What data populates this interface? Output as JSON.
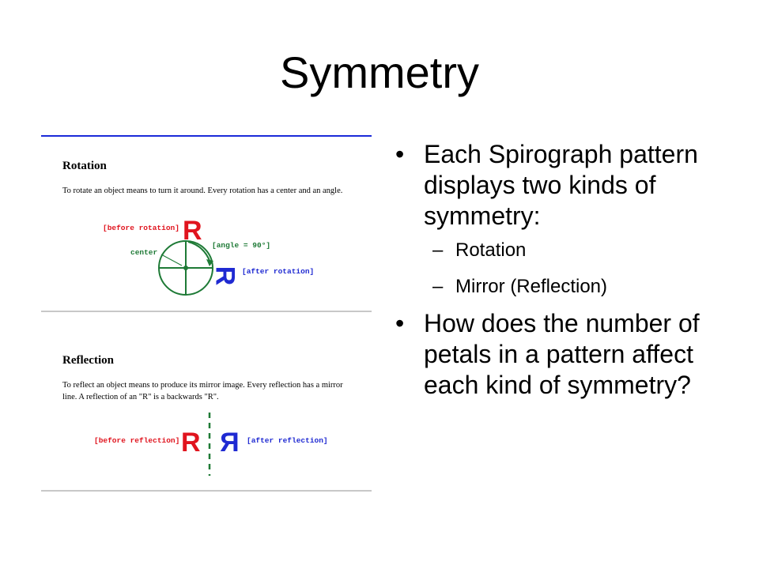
{
  "slide": {
    "title": "Symmetry"
  },
  "rotation": {
    "heading": "Rotation",
    "description": "To rotate an object means to turn it around. Every rotation has a center and an angle.",
    "before_label": "[before rotation]",
    "angle_label": "[angle = 90°]",
    "center_label": "center",
    "after_label": "[after rotation]",
    "letter": "R"
  },
  "reflection": {
    "heading": "Reflection",
    "description": "To reflect an object means to produce its mirror image. Every reflection has a mirror line. A reflection of an \"R\" is a backwards \"R\".",
    "before_label": "[before reflection]",
    "after_label": "[after reflection]",
    "letter": "R"
  },
  "bullets": {
    "marker": "•",
    "dash": "–",
    "b1": "Each Spirograph pattern displays two kinds of symmetry:",
    "sub1": "Rotation",
    "sub2": "Mirror (Reflection)",
    "b2": "How does the number of petals in a pattern affect each kind of symmetry?"
  },
  "colors": {
    "red": "#e0141e",
    "blue": "#1f2ad2",
    "green": "#1e7a36",
    "rule_blue": "#1b2bd8"
  }
}
